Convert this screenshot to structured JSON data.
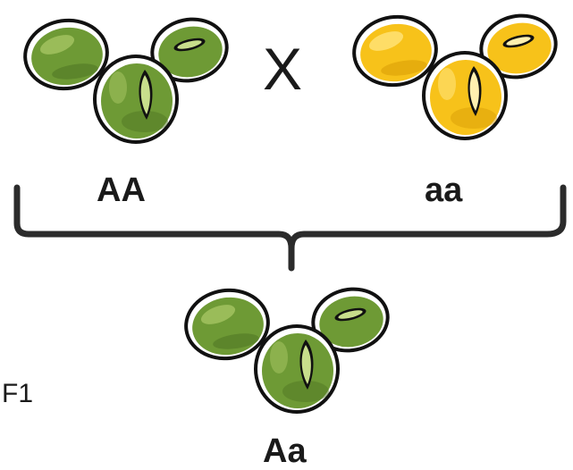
{
  "parents": {
    "left": {
      "genotype": "AA",
      "seed_color": "green",
      "fill": "#6e9a35",
      "dark": "#4f7523",
      "light": "#a9c766"
    },
    "right": {
      "genotype": "aa",
      "seed_color": "yellow",
      "fill": "#f7c21a",
      "dark": "#d99d06",
      "light": "#ffe37a"
    }
  },
  "cross_symbol": "X",
  "offspring": {
    "generation_label": "F1",
    "genotype": "Aa",
    "seed_color": "green",
    "fill": "#6e9a35",
    "dark": "#4f7523",
    "light": "#a9c766"
  },
  "colors": {
    "outline": "#111111",
    "bracket": "#2b2b2b",
    "text": "#1a1a1a"
  }
}
